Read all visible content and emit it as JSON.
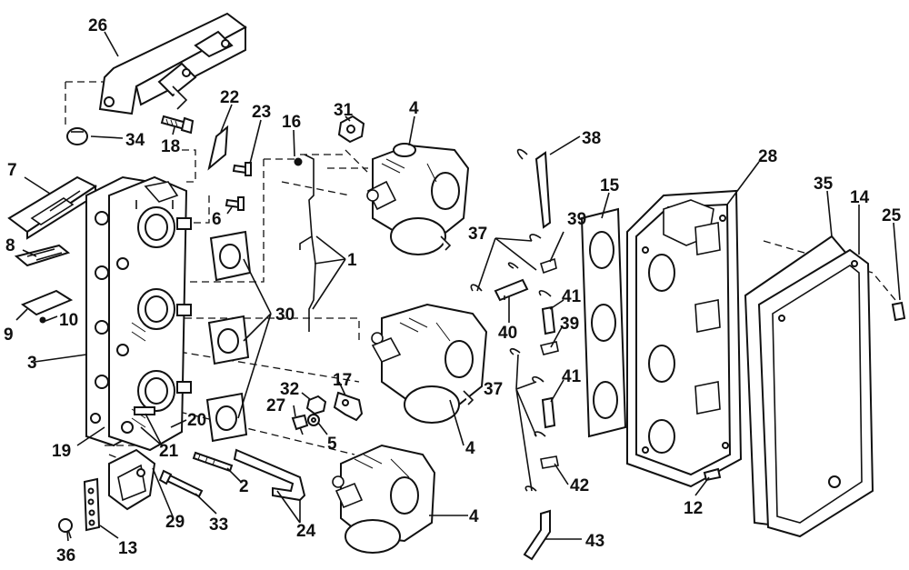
{
  "diagram": {
    "labels": [
      {
        "id": "26",
        "text": "26"
      },
      {
        "id": "22",
        "text": "22"
      },
      {
        "id": "23",
        "text": "23"
      },
      {
        "id": "31",
        "text": "31"
      },
      {
        "id": "16",
        "text": "16"
      },
      {
        "id": "4a",
        "text": "4"
      },
      {
        "id": "38",
        "text": "38"
      },
      {
        "id": "28",
        "text": "28"
      },
      {
        "id": "35",
        "text": "35"
      },
      {
        "id": "14",
        "text": "14"
      },
      {
        "id": "25",
        "text": "25"
      },
      {
        "id": "34",
        "text": "34"
      },
      {
        "id": "18",
        "text": "18"
      },
      {
        "id": "7",
        "text": "7"
      },
      {
        "id": "6",
        "text": "6"
      },
      {
        "id": "15",
        "text": "15"
      },
      {
        "id": "37a",
        "text": "37"
      },
      {
        "id": "39a",
        "text": "39"
      },
      {
        "id": "8",
        "text": "8"
      },
      {
        "id": "1",
        "text": "1"
      },
      {
        "id": "30",
        "text": "30"
      },
      {
        "id": "41a",
        "text": "41"
      },
      {
        "id": "40",
        "text": "40"
      },
      {
        "id": "39b",
        "text": "39"
      },
      {
        "id": "9",
        "text": "9"
      },
      {
        "id": "10",
        "text": "10"
      },
      {
        "id": "3",
        "text": "3"
      },
      {
        "id": "17",
        "text": "17"
      },
      {
        "id": "32",
        "text": "32"
      },
      {
        "id": "37b",
        "text": "37"
      },
      {
        "id": "41b",
        "text": "41"
      },
      {
        "id": "27",
        "text": "27"
      },
      {
        "id": "20",
        "text": "20"
      },
      {
        "id": "5",
        "text": "5"
      },
      {
        "id": "19",
        "text": "19"
      },
      {
        "id": "21",
        "text": "21"
      },
      {
        "id": "4b",
        "text": "4"
      },
      {
        "id": "2",
        "text": "2"
      },
      {
        "id": "42",
        "text": "42"
      },
      {
        "id": "12",
        "text": "12"
      },
      {
        "id": "29",
        "text": "29"
      },
      {
        "id": "33",
        "text": "33"
      },
      {
        "id": "4c",
        "text": "4"
      },
      {
        "id": "24",
        "text": "24"
      },
      {
        "id": "43",
        "text": "43"
      },
      {
        "id": "36",
        "text": "36"
      },
      {
        "id": "13",
        "text": "13"
      }
    ]
  }
}
